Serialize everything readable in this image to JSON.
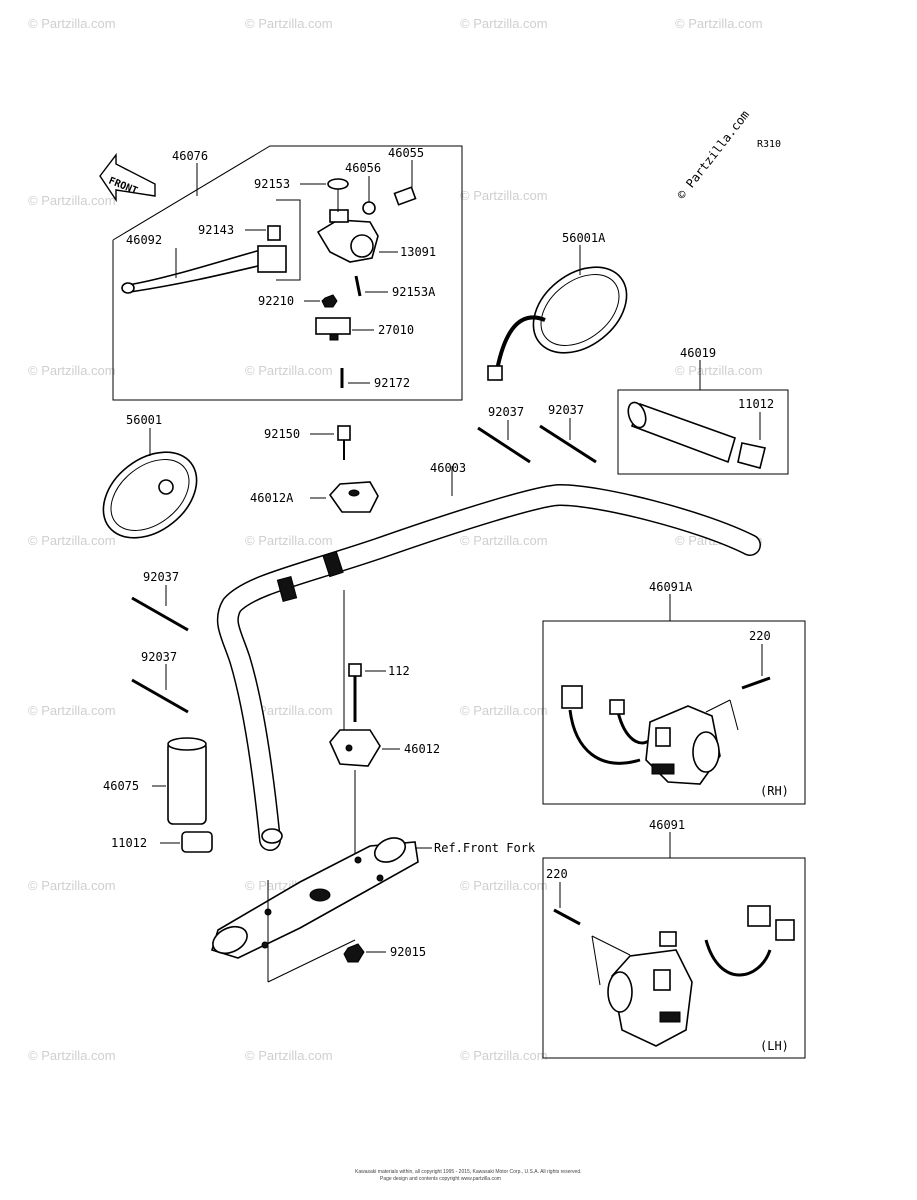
{
  "diagram": {
    "ref_code": "R310",
    "watermark": "© Partzilla.com",
    "front_tag": "FRONT",
    "copyright_line1": "Kawasaki materials within, all copyright 1995 - 2015, Kawasaki Motor Corp., U.S.A. All rights reserved.",
    "copyright_line2": "Page design and contents copyright www.partzilla.com",
    "labels": {
      "p46076": "46076",
      "p46055": "46055",
      "p46056": "46056",
      "p92153": "92153",
      "p92143": "92143",
      "p46092": "46092",
      "p13091": "13091",
      "p92210": "92210",
      "p92153A": "92153A",
      "p27010": "27010",
      "p92172": "92172",
      "p56001A": "56001A",
      "p46019": "46019",
      "p11012a": "11012",
      "p56001": "56001",
      "p92150": "92150",
      "p46012A": "46012A",
      "p92037a": "92037",
      "p92037b": "92037",
      "p46003": "46003",
      "p92037c": "92037",
      "p92037d": "92037",
      "p46091A": "46091A",
      "p220a": "220",
      "rh": "(RH)",
      "p112": "112",
      "p46012": "46012",
      "p46075": "46075",
      "p11012b": "11012",
      "ref_front_fork": "Ref.Front Fork",
      "p46091": "46091",
      "p220b": "220",
      "lh": "(LH)",
      "p92015": "92015"
    }
  }
}
